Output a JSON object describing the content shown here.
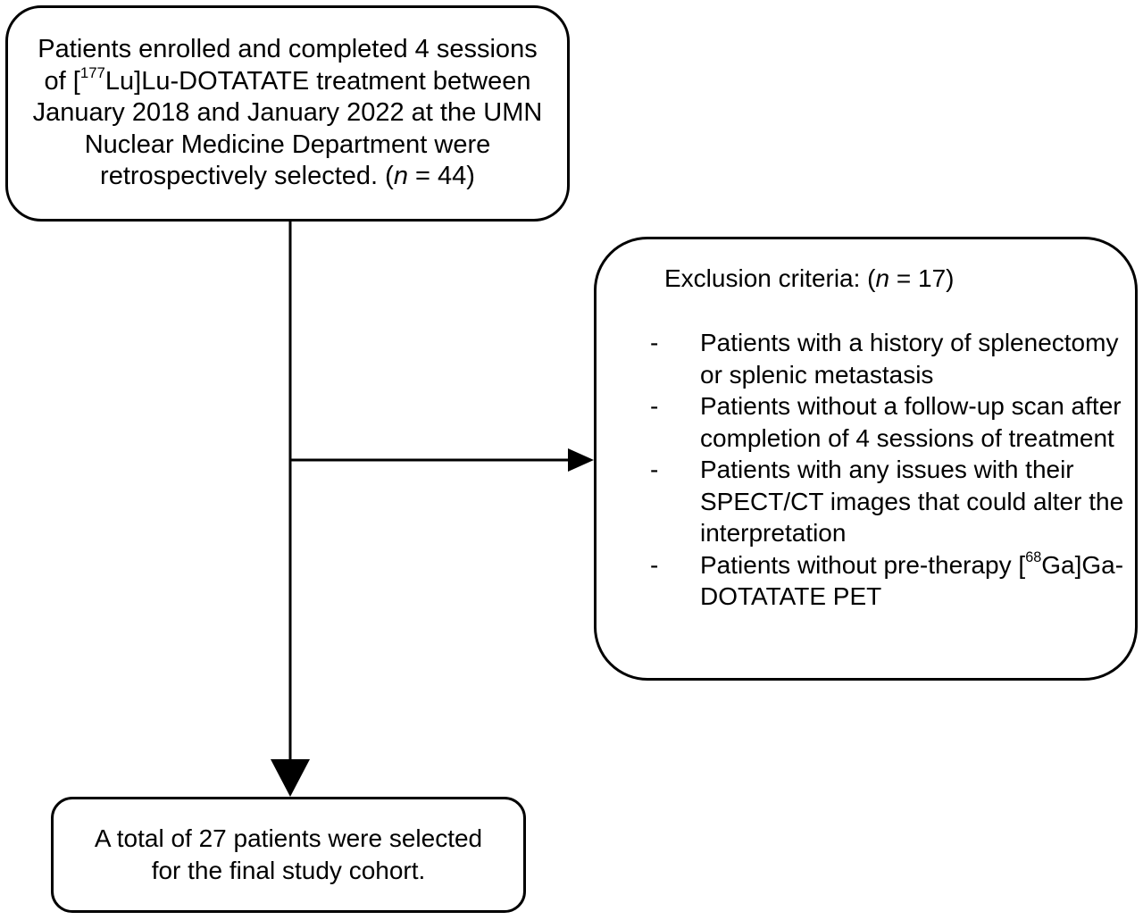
{
  "enrolled_box": {
    "l1": "Patients enrolled and completed 4 sessions",
    "l2_pre": "of [",
    "l2_sup": "177",
    "l2_post": "Lu]Lu-DOTATATE treatment between",
    "l3": "January 2018 and January 2022 at the UMN",
    "l4": "Nuclear Medicine Department were",
    "l5_pre": "retrospectively selected. (",
    "l5_n": "n",
    "l5_post": " = 44)"
  },
  "exclusion_box": {
    "head_pre": "Exclusion criteria: (",
    "head_n": "n",
    "head_post": " = 17)",
    "bullet": "-",
    "items": [
      {
        "text": "Patients with a history of splenectomy or splenic metastasis"
      },
      {
        "text": "Patients without a follow-up scan after completion of 4 sessions of treatment"
      },
      {
        "text": "Patients with any issues with their SPECT/CT images that could alter the interpretation"
      },
      {
        "text_pre": "Patients without pre-therapy [",
        "sup": "68",
        "text_post": "Ga]Ga-DOTATATE PET"
      }
    ]
  },
  "final_box": {
    "l1": "A total of 27 patients were selected",
    "l2": "for the final study cohort."
  },
  "colors": {
    "line": "#000000",
    "background": "#ffffff"
  }
}
